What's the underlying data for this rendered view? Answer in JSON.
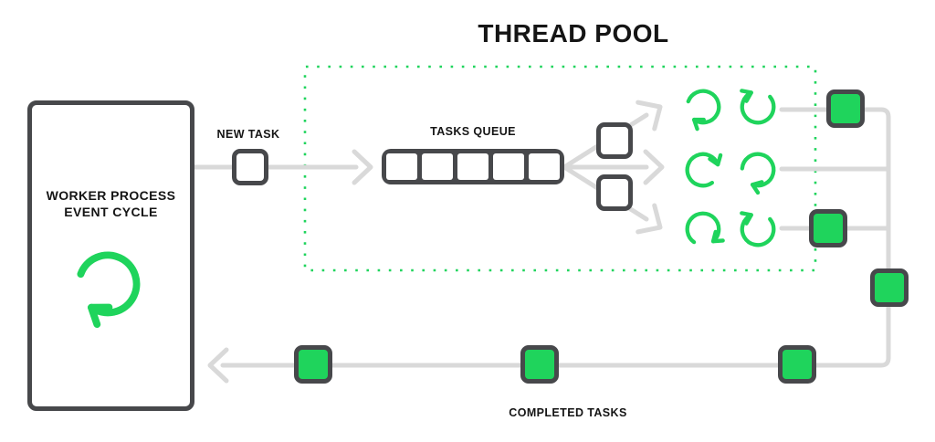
{
  "title": "THREAD POOL",
  "colors": {
    "green": "#1fd45c",
    "dark": "#47484b",
    "line": "#d9d9d9",
    "text": "#151515",
    "white": "#ffffff"
  },
  "worker_process": {
    "label_line1": "WORKER PROCESS",
    "label_line2": "EVENT CYCLE",
    "icon": "event-cycle-icon"
  },
  "new_task": {
    "label": "NEW TASK",
    "square_count": 1
  },
  "tasks_queue": {
    "label": "TASKS QUEUE",
    "slot_count": 5
  },
  "dispatch": {
    "pending_square_count": 2,
    "branch_arrow_count": 3
  },
  "thread_pool": {
    "thread_icon_rows": 3,
    "thread_icon_cols": 2,
    "icon": "thread-cycle-icon"
  },
  "completed_tasks": {
    "label": "COMPLETED TASKS",
    "green_square_count": 6
  }
}
